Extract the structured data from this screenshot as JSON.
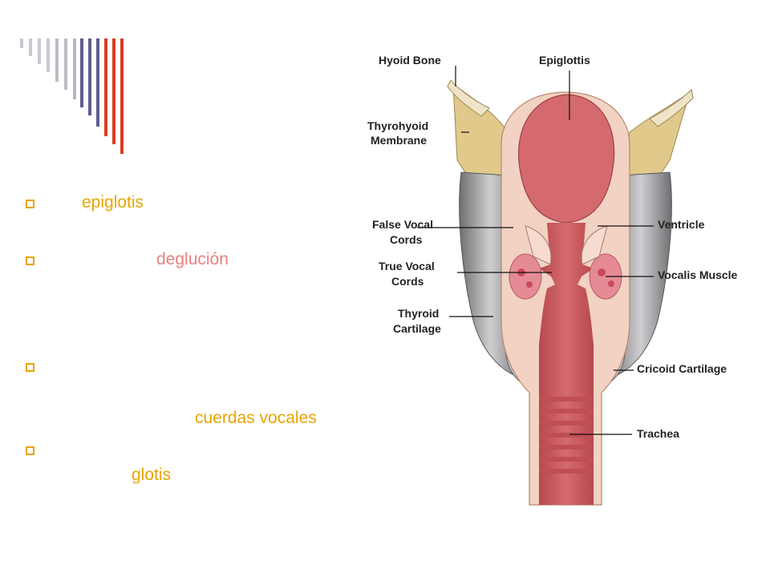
{
  "bullets": [
    {
      "word": "epiglotis",
      "color": "#e8a400"
    },
    {
      "word": "deglución",
      "color": "#e88080"
    },
    {
      "word": "",
      "color": "#e8a400"
    },
    {
      "word": "cuerdas vocales",
      "color": "#e8a400"
    },
    {
      "word": "glotis",
      "color": "#e8a400"
    }
  ],
  "diagram": {
    "labels": {
      "hyoid_bone": "Hyoid Bone",
      "epiglottis": "Epiglottis",
      "thyrohyoid_1": "Thyrohyoid",
      "thyrohyoid_2": "Membrane",
      "false_vocal_1": "False Vocal",
      "false_vocal_2": "Cords",
      "true_vocal_1": "True Vocal",
      "true_vocal_2": "Cords",
      "thyroid_1": "Thyroid",
      "thyroid_2": "Cartilage",
      "ventricle": "Ventricle",
      "vocalis": "Vocalis Muscle",
      "cricoid": "Cricoid Cartilage",
      "trachea": "Trachea"
    }
  },
  "colors": {
    "accent_orange": "#e8a400",
    "accent_pink": "#e88080",
    "bar_gray": "#b9b9c5",
    "bar_blue": "#5c5e8f",
    "bar_red": "#dc3d20"
  }
}
